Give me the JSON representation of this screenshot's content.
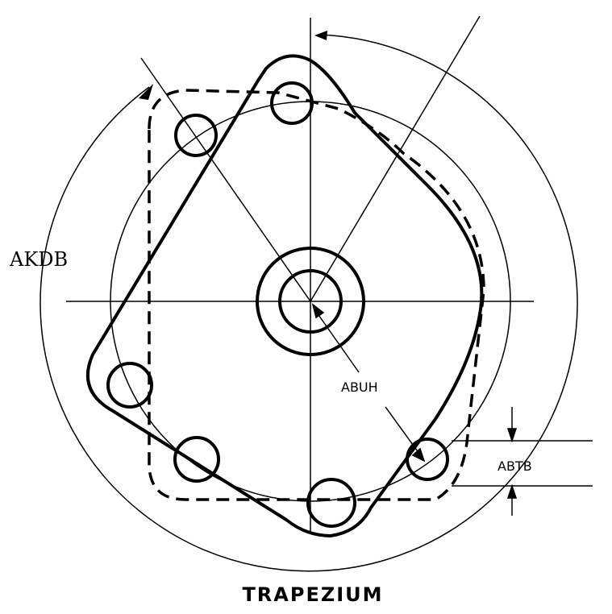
{
  "labels": {
    "angle_dimension": "AKDB",
    "hole_diameter": "ABUH",
    "offset_dimension": "ABTB",
    "title": "TRAPEZIUM"
  },
  "colors": {
    "ink": "#000000",
    "paper": "#ffffff"
  }
}
